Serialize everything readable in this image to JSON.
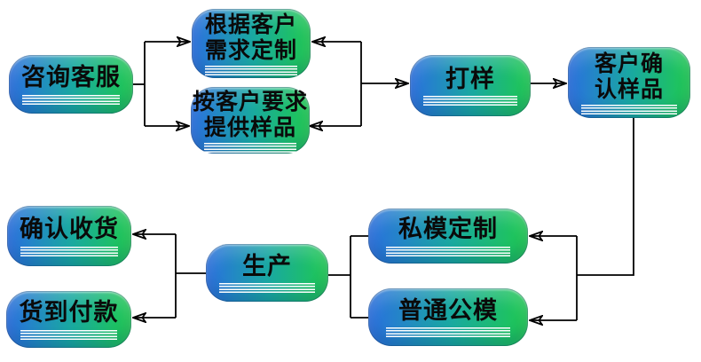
{
  "diagram": {
    "type": "flowchart",
    "language": "zh-CN",
    "nodes": {
      "consult": {
        "label": "咨询客服"
      },
      "custom_by_need": {
        "label": "根据客户\n需求定制"
      },
      "sample_by_request": {
        "label": "按客户要求\n提供样品"
      },
      "proofing": {
        "label": "打样"
      },
      "customer_confirm": {
        "label": "客户确\n认样品"
      },
      "private_mold": {
        "label": "私模定制"
      },
      "public_mold": {
        "label": "普通公模"
      },
      "production": {
        "label": "生产"
      },
      "confirm_receipt": {
        "label": "确认收货"
      },
      "cash_on_delivery": {
        "label": "货到付款"
      }
    },
    "edges": [
      {
        "from": "consult",
        "to": "custom_by_need"
      },
      {
        "from": "consult",
        "to": "sample_by_request"
      },
      {
        "from": "custom_by_need",
        "to": "proofing",
        "bidirectional_arrows": true
      },
      {
        "from": "sample_by_request",
        "to": "proofing",
        "bidirectional_arrows": true
      },
      {
        "from": "proofing",
        "to": "customer_confirm"
      },
      {
        "from": "customer_confirm",
        "to": "private_mold"
      },
      {
        "from": "customer_confirm",
        "to": "public_mold"
      },
      {
        "from": "private_mold",
        "to": "production"
      },
      {
        "from": "public_mold",
        "to": "production"
      },
      {
        "from": "production",
        "to": "confirm_receipt"
      },
      {
        "from": "production",
        "to": "cash_on_delivery"
      }
    ],
    "colors": {
      "node_gradient_left": "#2a6fe0",
      "node_gradient_right": "#1fc94f",
      "node_text": "#0a0a0a",
      "underline_decoration": "#ffffff",
      "connector_line": "#000000",
      "background": "#ffffff"
    }
  }
}
